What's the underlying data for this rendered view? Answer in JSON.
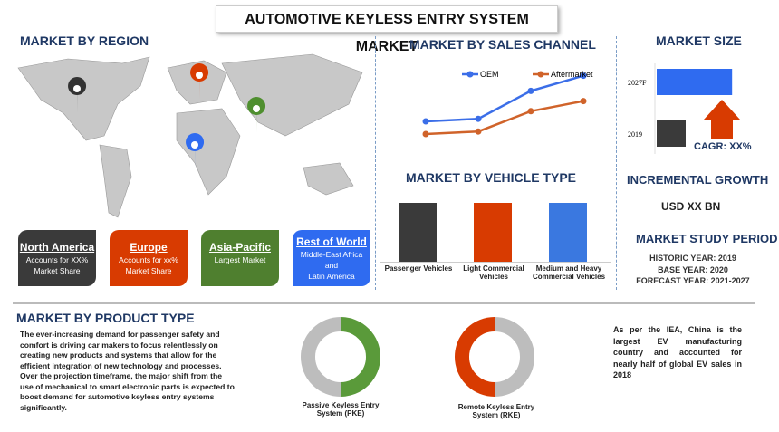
{
  "title": "AUTOMOTIVE KEYLESS ENTRY SYSTEM MARKET",
  "region": {
    "heading": "MARKET BY REGION",
    "cards": [
      {
        "name": "North America",
        "line1": "Accounts for XX%",
        "line2": "Market Share",
        "line3": "",
        "color": "#3a3a3a"
      },
      {
        "name": "Europe",
        "line1": "Accounts for xx%",
        "line2": "Market Share",
        "line3": "",
        "color": "#d83b01"
      },
      {
        "name": "Asia-Pacific",
        "line1": "Largest Market",
        "line2": "",
        "line3": "",
        "color": "#4f7f2f"
      },
      {
        "name": "Rest of World",
        "line1": "Middle-East Africa",
        "line2": "and",
        "line3": "Latin America",
        "color": "#2f6bf0"
      }
    ]
  },
  "chart_data": [
    {
      "type": "line",
      "title": "MARKET BY SALES CHANNEL",
      "x": [
        1,
        2,
        3,
        4
      ],
      "series": [
        {
          "name": "OEM",
          "values": [
            1.0,
            1.1,
            2.2,
            2.8
          ],
          "color": "#3b6ee8"
        },
        {
          "name": "Aftermarket",
          "values": [
            0.5,
            0.6,
            1.4,
            1.8
          ],
          "color": "#d0632a"
        }
      ]
    },
    {
      "type": "bar",
      "title": "MARKET BY VEHICLE TYPE",
      "categories": [
        "Passenger Vehicles",
        "Light Commercial Vehicles",
        "Medium and Heavy Commercial Vehicles"
      ],
      "values": [
        1,
        1,
        1
      ],
      "colors": [
        "#3a3a3a",
        "#d83b01",
        "#3a78e0"
      ]
    },
    {
      "type": "bar",
      "title": "MARKET SIZE",
      "orientation": "horizontal",
      "categories": [
        "2027F",
        "2019"
      ],
      "values": [
        2.6,
        1
      ],
      "colors": [
        "#2f6bf0",
        "#3a3a3a"
      ]
    },
    {
      "type": "pie",
      "title": "Passive Keyless Entry System (PKE)",
      "values": [
        50,
        50
      ],
      "colors": [
        "#5a9a3a",
        "#bdbdbd"
      ]
    },
    {
      "type": "pie",
      "title": "Remote Keyless Entry System (RKE)",
      "values": [
        50,
        50
      ],
      "colors": [
        "#d83b01",
        "#bdbdbd"
      ]
    }
  ],
  "size": {
    "cagr": "CAGR: XX%",
    "growth_heading": "INCREMENTAL GROWTH",
    "growth_value": "USD XX BN",
    "period_heading": "MARKET STUDY PERIOD",
    "historic": "HISTORIC YEAR: 2019",
    "base": "BASE YEAR: 2020",
    "forecast": "FORECAST YEAR: 2021-2027"
  },
  "product": {
    "heading": "MARKET BY PRODUCT TYPE",
    "text": "The ever-increasing demand for passenger safety and comfort is driving car makers to focus relentlessly on creating new products and systems that allow for the efficient integration of new technology and processes. Over the projection timeframe, the major shift from the use of mechanical to smart electronic parts is expected to boost demand for automotive keyless entry systems significantly.",
    "pke": "Passive Keyless Entry System (PKE)",
    "rke": "Remote Keyless Entry System (RKE)"
  },
  "note": "As per the IEA, China is the largest EV manufacturing country and accounted for nearly half of global EV sales in 2018"
}
